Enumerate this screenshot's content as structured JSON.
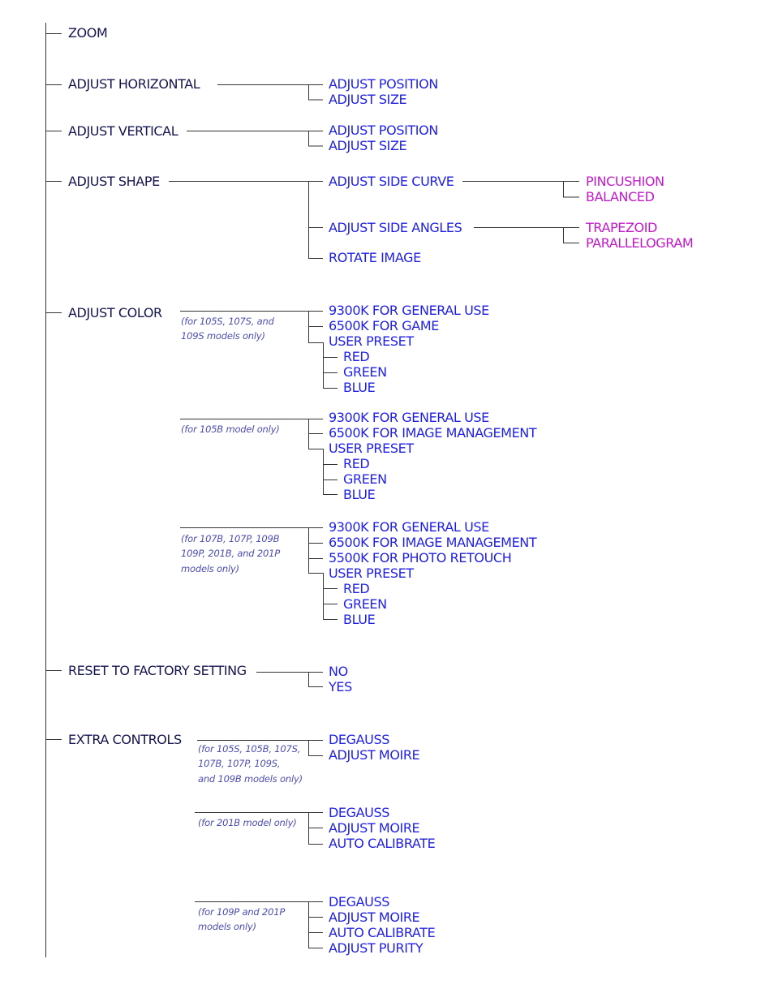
{
  "menu": {
    "zoom": "ZOOM",
    "adjust_horizontal": "ADJUST HORIZONTAL",
    "adjust_vertical": "ADJUST VERTICAL",
    "adjust_shape": "ADJUST SHAPE",
    "adjust_color": "ADJUST COLOR",
    "reset_factory": "RESET TO FACTORY SETTING",
    "extra_controls": "EXTRA CONTROLS"
  },
  "horizontal": {
    "position": "ADJUST POSITION",
    "size": "ADJUST SIZE"
  },
  "vertical": {
    "position": "ADJUST POSITION",
    "size": "ADJUST SIZE"
  },
  "shape": {
    "side_curve": "ADJUST SIDE CURVE",
    "side_angles": "ADJUST SIDE ANGLES",
    "rotate": "ROTATE IMAGE",
    "pincushion": "PINCUSHION",
    "balanced": "BALANCED",
    "trapezoid": "TRAPEZOID",
    "parallelogram": "PARALLELOGRAM"
  },
  "color": {
    "group1": {
      "note": [
        "(for 105S, 107S, and",
        "109S models only)"
      ],
      "items": [
        "9300K FOR GENERAL USE",
        "6500K FOR GAME",
        "USER PRESET"
      ],
      "preset": [
        "RED",
        "GREEN",
        "BLUE"
      ]
    },
    "group2": {
      "note": [
        "(for 105B model only)"
      ],
      "items": [
        "9300K FOR GENERAL USE",
        "6500K FOR IMAGE MANAGEMENT",
        "USER PRESET"
      ],
      "preset": [
        "RED",
        "GREEN",
        "BLUE"
      ]
    },
    "group3": {
      "note": [
        "(for 107B, 107P, 109B",
        "109P, 201B, and 201P",
        "models only)"
      ],
      "items": [
        "9300K FOR GENERAL USE",
        "6500K FOR IMAGE MANAGEMENT",
        "5500K FOR PHOTO RETOUCH",
        "USER PRESET"
      ],
      "preset": [
        "RED",
        "GREEN",
        "BLUE"
      ]
    }
  },
  "reset": {
    "no": "NO",
    "yes": "YES"
  },
  "extra": {
    "group1": {
      "note": [
        "(for 105S, 105B, 107S,",
        "107B, 107P, 109S,",
        "and 109B models only)"
      ],
      "items": [
        "DEGAUSS",
        "ADJUST MOIRE"
      ]
    },
    "group2": {
      "note": [
        "(for 201B model only)"
      ],
      "items": [
        "DEGAUSS",
        "ADJUST MOIRE",
        "AUTO CALIBRATE"
      ]
    },
    "group3": {
      "note": [
        "(for 109P and 201P",
        "models only)"
      ],
      "items": [
        "DEGAUSS",
        "ADJUST MOIRE",
        "AUTO CALIBRATE",
        "ADJUST PURITY"
      ]
    }
  },
  "colors": {
    "main": "#141450",
    "sub": "#1f1fe6",
    "leaf": "#c21ac9",
    "note": "#4d4db3",
    "line": "#333333"
  }
}
